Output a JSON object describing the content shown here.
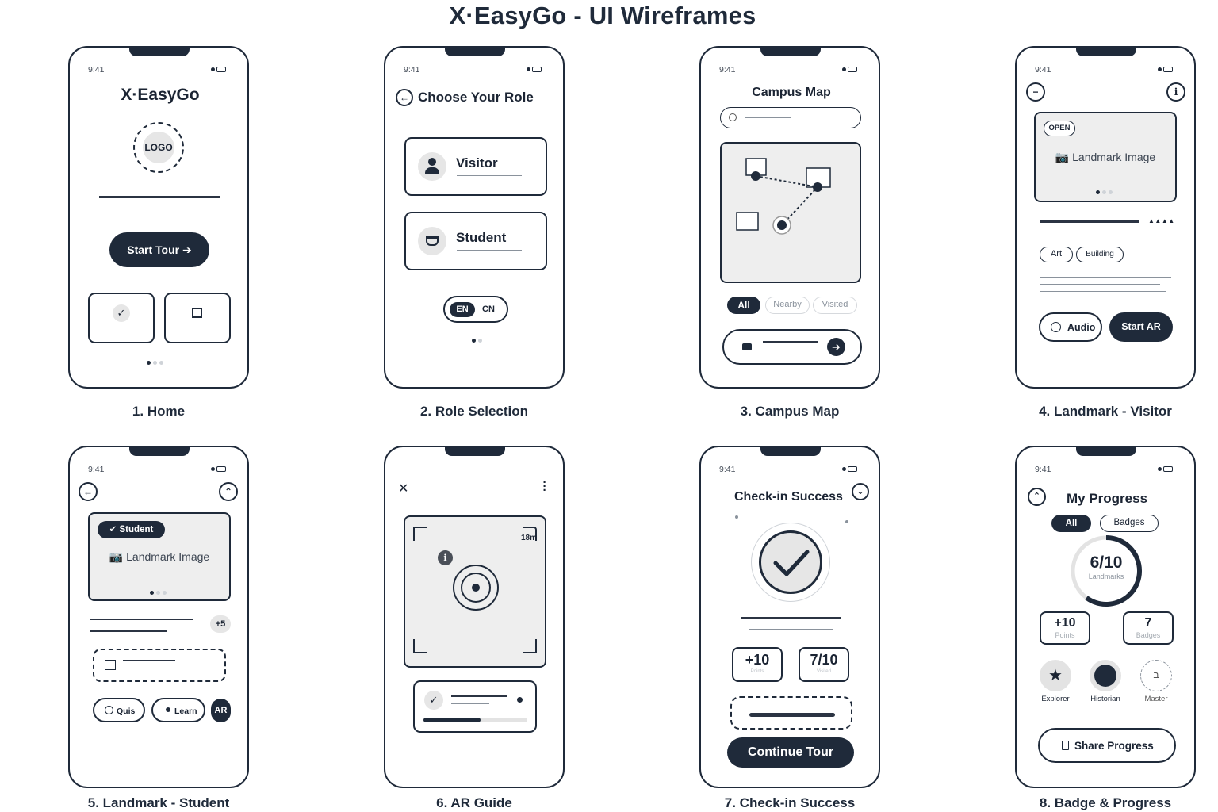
{
  "page_title": "X·EasyGo - UI Wireframes",
  "status_time": "9:41",
  "screens": {
    "home": {
      "caption": "1. Home",
      "app_name": "X·EasyGo",
      "logo_label": "LOGO",
      "start_button": "Start Tour ➔"
    },
    "role": {
      "caption": "2. Role Selection",
      "title": "Choose Your Role",
      "visitor": "Visitor",
      "student": "Student",
      "lang_en": "EN",
      "lang_cn": "CN"
    },
    "map": {
      "caption": "3. Campus Map",
      "title": "Campus Map",
      "filters": [
        "All",
        "Nearby",
        "Visited"
      ]
    },
    "visitor": {
      "caption": "4. Landmark - Visitor",
      "open_badge": "OPEN",
      "image_label": "📷 Landmark Image",
      "rating": "▲▲▲▲",
      "tags": [
        "Art",
        "Building"
      ],
      "audio_button": "Audio",
      "ar_button": "Start AR"
    },
    "student": {
      "caption": "5. Landmark - Student",
      "badge": "Student",
      "image_label": "📷 Landmark Image",
      "points": "+5",
      "quiz_button": "Quis",
      "learn_button": "Learn",
      "ar_button": "AR"
    },
    "ar": {
      "caption": "6. AR Guide",
      "distance": "18m",
      "progress": 0.55
    },
    "checkin": {
      "caption": "7. Check-in Success",
      "title": "Check-in Success",
      "points_value": "+10",
      "points_label": "Points",
      "visited_value": "7/10",
      "visited_label": "Visited",
      "continue_button": "Continue Tour"
    },
    "progress": {
      "caption": "8. Badge & Progress",
      "title": "My Progress",
      "tab_all": "All",
      "tab_badges": "Badges",
      "ring_value": "6/10",
      "ring_label": "Landmarks",
      "ring_fraction": 0.6,
      "points_value": "+10",
      "points_label": "Points",
      "badges_value": "7",
      "badges_label": "Badges",
      "badge_names": [
        "Explorer",
        "Historian",
        "Master"
      ],
      "share_button": "Share Progress"
    }
  },
  "colors": {
    "ink": "#1f2a3a",
    "panel": "#eeeeee",
    "muted": "#8a929c"
  }
}
